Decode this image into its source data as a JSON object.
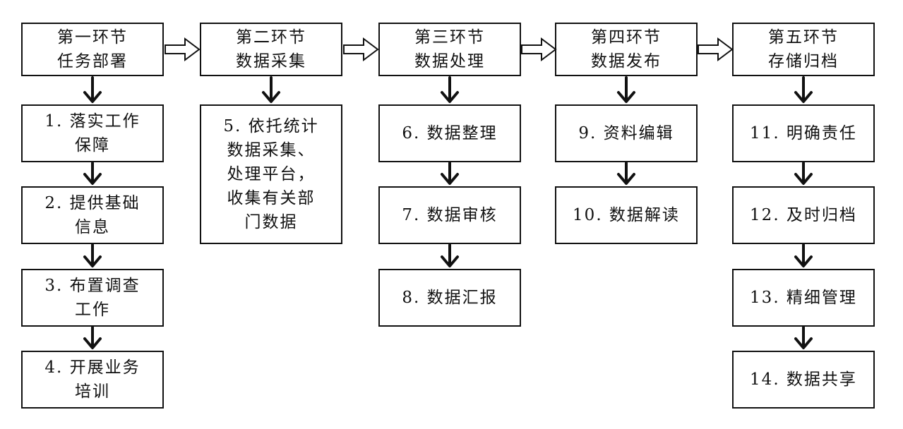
{
  "stages": [
    {
      "title": "第一环节\n任务部署",
      "steps": [
        "1. 落实工作\n保障",
        "2. 提供基础\n信息",
        "3. 布置调查\n工作",
        "4. 开展业务\n培训"
      ]
    },
    {
      "title": "第二环节\n数据采集",
      "steps": [
        "5. 依托统计\n数据采集、\n处理平台，\n收集有关部\n门数据"
      ]
    },
    {
      "title": "第三环节\n数据处理",
      "steps": [
        "6. 数据整理",
        "7. 数据审核",
        "8. 数据汇报"
      ]
    },
    {
      "title": "第四环节\n数据发布",
      "steps": [
        "9. 资料编辑",
        "10. 数据解读"
      ]
    },
    {
      "title": "第五环节\n存储归档",
      "steps": [
        "11. 明确责任",
        "12. 及时归档",
        "13. 精细管理",
        "14. 数据共享"
      ]
    }
  ]
}
